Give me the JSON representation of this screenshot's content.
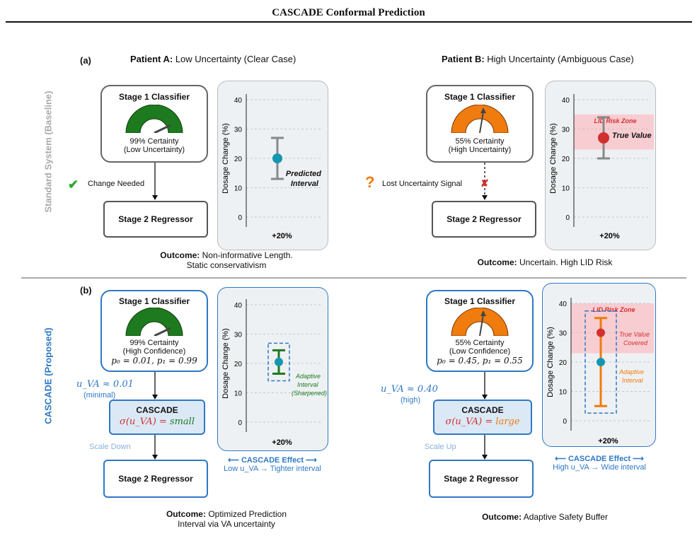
{
  "title": "CASCADE Conformal Prediction",
  "panel_a": {
    "label": "(a)",
    "row_label": "Standard System (Baseline)",
    "patient_a": {
      "heading_bold": "Patient A:",
      "heading_rest": " Low Uncertainty (Clear Case)",
      "classifier_title": "Stage 1 Classifier",
      "certainty": "99% Certainty",
      "certainty_sub": "(Low Uncertainty)",
      "side_label": "Change Needed",
      "regressor": "Stage 2 Regressor",
      "plot": {
        "ylabel": "Dosage Change (%)",
        "ticks": [
          "40",
          "30",
          "20",
          "10",
          "0"
        ],
        "xlabel": "+20%",
        "annot": "Predicted",
        "annot2": "Interval",
        "interval": [
          13,
          27
        ],
        "point": 20
      },
      "outcome_bold": "Outcome:",
      "outcome_rest": " Non-informative Length.",
      "outcome_line2": "Static conservativism"
    },
    "patient_b": {
      "heading_bold": "Patient B:",
      "heading_rest": " High Uncertainty (Ambiguous Case)",
      "classifier_title": "Stage 1 Classifier",
      "certainty": "55% Certainty",
      "certainty_sub": "(High Uncertainty)",
      "side_label": "Lost Uncertainty Signal",
      "regressor": "Stage 2 Regressor",
      "plot": {
        "ylabel": "Dosage Change (%)",
        "ticks": [
          "40",
          "30",
          "20",
          "10",
          "0"
        ],
        "xlabel": "+20%",
        "zone": "LID Risk Zone",
        "annot": "True Value",
        "interval": [
          20,
          34
        ],
        "point": 27
      },
      "outcome_bold": "Outcome:",
      "outcome_rest": " Uncertain. High LID Risk"
    }
  },
  "panel_b": {
    "label": "(b)",
    "row_label": "CASCADE (Proposed)",
    "patient_a": {
      "classifier_title": "Stage 1 Classifier",
      "certainty": "99% Certainty",
      "certainty_sub": "(High Confidence)",
      "probs": "p₀ = 0.01, p₁ = 0.99",
      "u_label": "u_VA ≈ 0.01",
      "u_note": "(minimal)",
      "cascade_title": "CASCADE",
      "sigma_left": "σ(u_VA) = ",
      "sigma_right": "small",
      "scale_label": "Scale Down",
      "regressor": "Stage 2 Regressor",
      "plot": {
        "ylabel": "Dosage Change (%)",
        "ticks": [
          "40",
          "30",
          "20",
          "10",
          "0"
        ],
        "xlabel": "+20%",
        "annot": "Adaptive",
        "annot2": "Interval",
        "annot3": "(Sharpened)",
        "interval": [
          16.5,
          24.5
        ],
        "point": 20.5
      },
      "effect_title": "⟵ CASCADE Effect ⟶",
      "effect_line": "Low u_VA → Tighter interval",
      "outcome_bold": "Outcome:",
      "outcome_rest": " Optimized Prediction",
      "outcome_line2": "Interval via VA uncertainty"
    },
    "patient_b": {
      "classifier_title": "Stage 1 Classifier",
      "certainty": "55% Certainty",
      "certainty_sub": "(Low Confidence)",
      "probs": "p₀ = 0.45, p₁ = 0.55",
      "u_label": "u_VA ≈ 0.40",
      "u_note": "(high)",
      "cascade_title": "CASCADE",
      "sigma_left": "σ(u_VA) = ",
      "sigma_right": "large",
      "scale_label": "Scale Up",
      "regressor": "Stage 2 Regressor",
      "plot": {
        "ylabel": "Dosage Change (%)",
        "ticks": [
          "40",
          "30",
          "20",
          "10",
          "0"
        ],
        "xlabel": "+20%",
        "zone": "LID Risk Zone",
        "annot": "True Value",
        "annot_b": "Covered",
        "annot2": "Adaptive",
        "annot3": "Interval",
        "interval": [
          5,
          35
        ],
        "point": 20,
        "true_value": 30
      },
      "effect_title": "⟵ CASCADE Effect ⟶",
      "effect_line": "High u_VA → Wide interval",
      "outcome_bold": "Outcome:",
      "outcome_rest": " Adaptive Safety Buffer"
    }
  },
  "colors": {
    "green": "#1e7a1e",
    "orange": "#f07b0e",
    "blue": "#2f78c4",
    "red": "#d32f2f",
    "teal": "#1596b0",
    "zone": "#f8cdd2"
  }
}
